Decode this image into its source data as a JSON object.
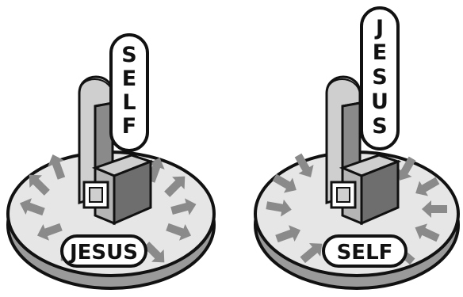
{
  "left_panel": {
    "pillar_letters": [
      "S",
      "E",
      "L",
      "F"
    ],
    "base_label": "JESUS"
  },
  "right_panel": {
    "pillar_letters": [
      "J",
      "E",
      "S",
      "U",
      "S"
    ],
    "base_label": "SELF"
  },
  "colors": {
    "outline": "#111111",
    "platform": "#e6e6e6",
    "platform_shadow": "#9a9a9a",
    "arrow": "#8a8a8a",
    "throne_light": "#cfcfcf",
    "throne_dark": "#6e6e6e",
    "pillar": "#ffffff",
    "label_bg": "#ffffff"
  },
  "icons": {
    "throne": "throne-icon",
    "arrow": "arrow-icon"
  }
}
